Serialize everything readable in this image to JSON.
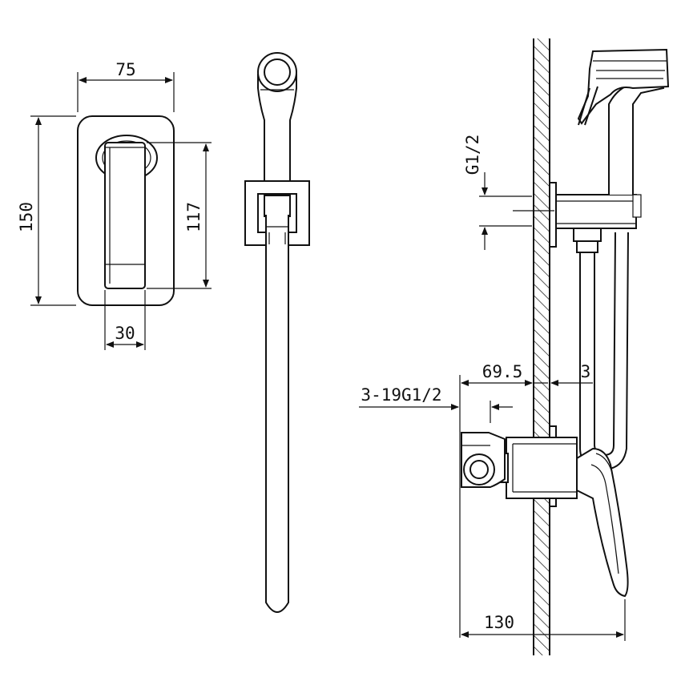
{
  "dimensions": {
    "plate_width": "75",
    "plate_height": "150",
    "lever_height": "117",
    "lever_width": "30",
    "connection_thread": "G1/2",
    "mount_thread": "3-19G1/2",
    "projection_depth": "69.5",
    "wall_gap": "3",
    "total_depth": "130"
  }
}
